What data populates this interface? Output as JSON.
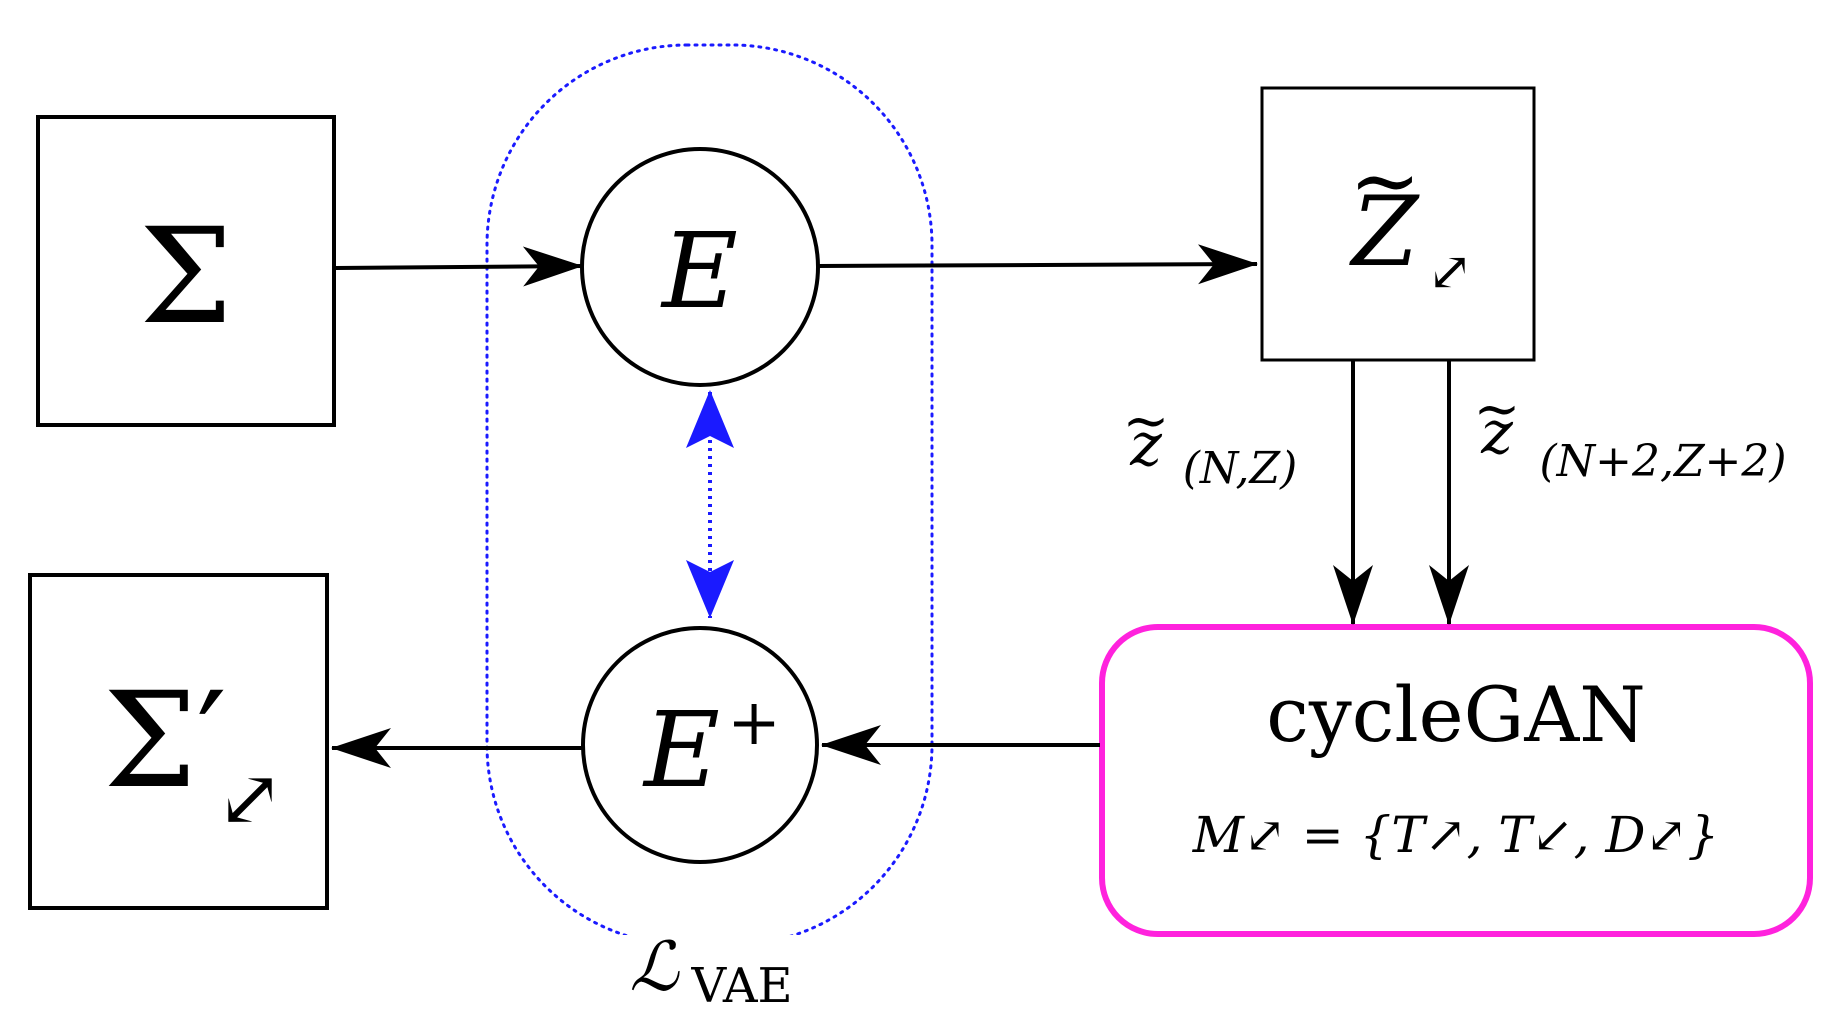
{
  "nodes": {
    "sigma_input": {
      "label": "Σ"
    },
    "sigma_output": {
      "label": "Σ′",
      "subscript": "⤢"
    },
    "encoder": {
      "label": "E"
    },
    "decoder": {
      "label": "E",
      "superscript": "+"
    },
    "latent": {
      "label": "Z",
      "tilde": "~",
      "subscript": "⤢"
    },
    "cyclegan": {
      "title": "cycleGAN",
      "formula": "M⤢ = {T↗, T↙, D⤢}"
    }
  },
  "edge_labels": {
    "z_nz": {
      "tilde": "~",
      "symbol": "z",
      "subscript": "(N,Z)"
    },
    "z_n2z2": {
      "tilde": "~",
      "symbol": "z",
      "subscript": "(N+2,Z+2)"
    }
  },
  "region": {
    "loss_label": {
      "symbol": "ℒ",
      "subscript": "VAE"
    }
  },
  "colors": {
    "ink": "#000000",
    "vae_region": "#1a1aff",
    "cyclegan_border": "#ff22dd",
    "background": "#ffffff"
  }
}
